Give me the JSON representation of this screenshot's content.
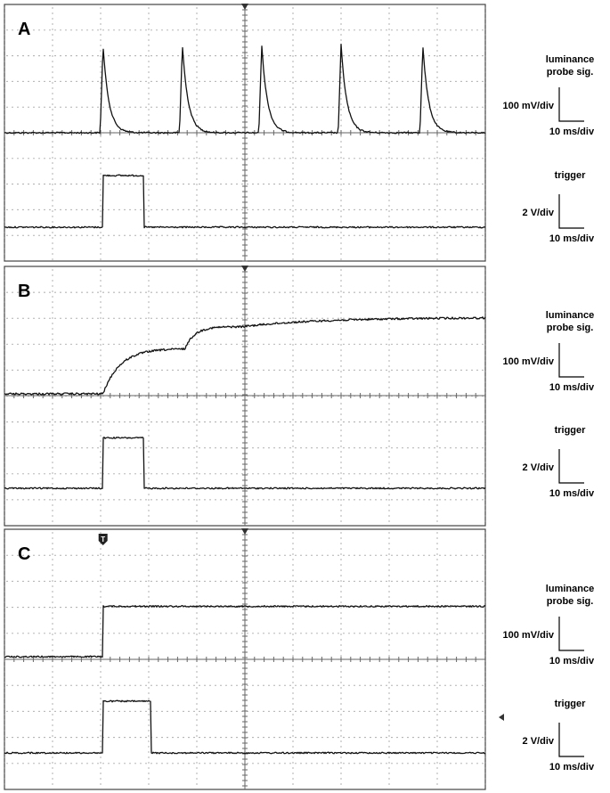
{
  "chart_data": [
    {
      "type": "line",
      "panel": "A",
      "xdiv": 10,
      "channels": [
        {
          "label": "luminance probe sig.",
          "v_scale": "100 mV/div",
          "t_scale": "10 ms/div",
          "shape": "pulses",
          "pulse_times_div": [
            2.05,
            3.7,
            5.35,
            7.0,
            8.7
          ],
          "pulse_height_div": 3.4
        },
        {
          "label": "trigger",
          "v_scale": "2 V/div",
          "t_scale": "10 ms/div",
          "shape": "step",
          "on_div": 2.05,
          "off_div": 2.9,
          "high_div": 2.0
        }
      ]
    },
    {
      "type": "line",
      "panel": "B",
      "xdiv": 10,
      "channels": [
        {
          "label": "luminance probe sig.",
          "v_scale": "100 mV/div",
          "t_scale": "10 ms/div",
          "shape": "staircase",
          "rise_start_div": 2.05,
          "level1_div": 1.75,
          "step2_div": 3.75,
          "level2_div": 2.6,
          "final_div": 2.95
        },
        {
          "label": "trigger",
          "v_scale": "2 V/div",
          "t_scale": "10 ms/div",
          "shape": "step",
          "on_div": 2.05,
          "off_div": 2.9,
          "high_div": 1.95
        }
      ]
    },
    {
      "type": "line",
      "panel": "C",
      "xdiv": 10,
      "trigger_marker": "T",
      "channels": [
        {
          "label": "luminance probe sig.",
          "v_scale": "100 mV/div",
          "t_scale": "10 ms/div",
          "shape": "step_sustained",
          "on_div": 2.05,
          "high_div": 1.95
        },
        {
          "label": "trigger",
          "v_scale": "2 V/div",
          "t_scale": "10 ms/div",
          "shape": "step",
          "on_div": 2.05,
          "off_div": 3.05,
          "high_div": 2.0
        }
      ]
    }
  ]
}
